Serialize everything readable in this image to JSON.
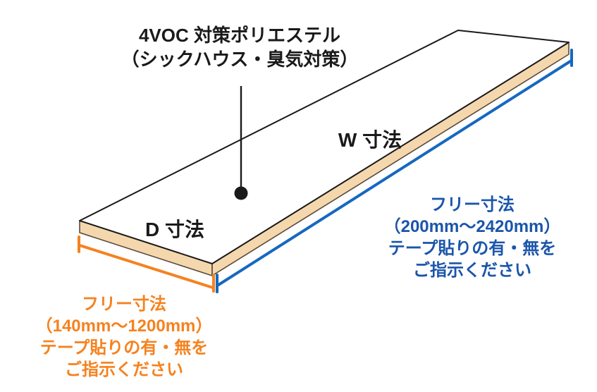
{
  "figure": {
    "background_color": "#FFFFFF",
    "title": {
      "line1": "4VOC 対策ポリエステル",
      "line2": "（シックハウス・臭気対策）",
      "text_color": "#1A1A1A"
    },
    "board": {
      "w_label": "W 寸法",
      "d_label": "D 寸法",
      "top_fill": "#FFFFFF",
      "edge_fill": "#F5D7AE",
      "top_outline": "#1A1A1A",
      "edge_outline": "#584A3C"
    },
    "width_dimension": {
      "label_lines": [
        "フリー寸法",
        "（200mm～2420mm）",
        "テープ貼りの有・無を",
        "ご指示ください"
      ],
      "text_color": "#1B55AB",
      "line_color": "#1668C0"
    },
    "depth_dimension": {
      "label_lines": [
        "フリー寸法",
        "（140mm～1200mm）",
        "テープ貼りの有・無を",
        "ご指示ください"
      ],
      "text_color": "#F5821F",
      "line_color": "#F5821F"
    }
  }
}
